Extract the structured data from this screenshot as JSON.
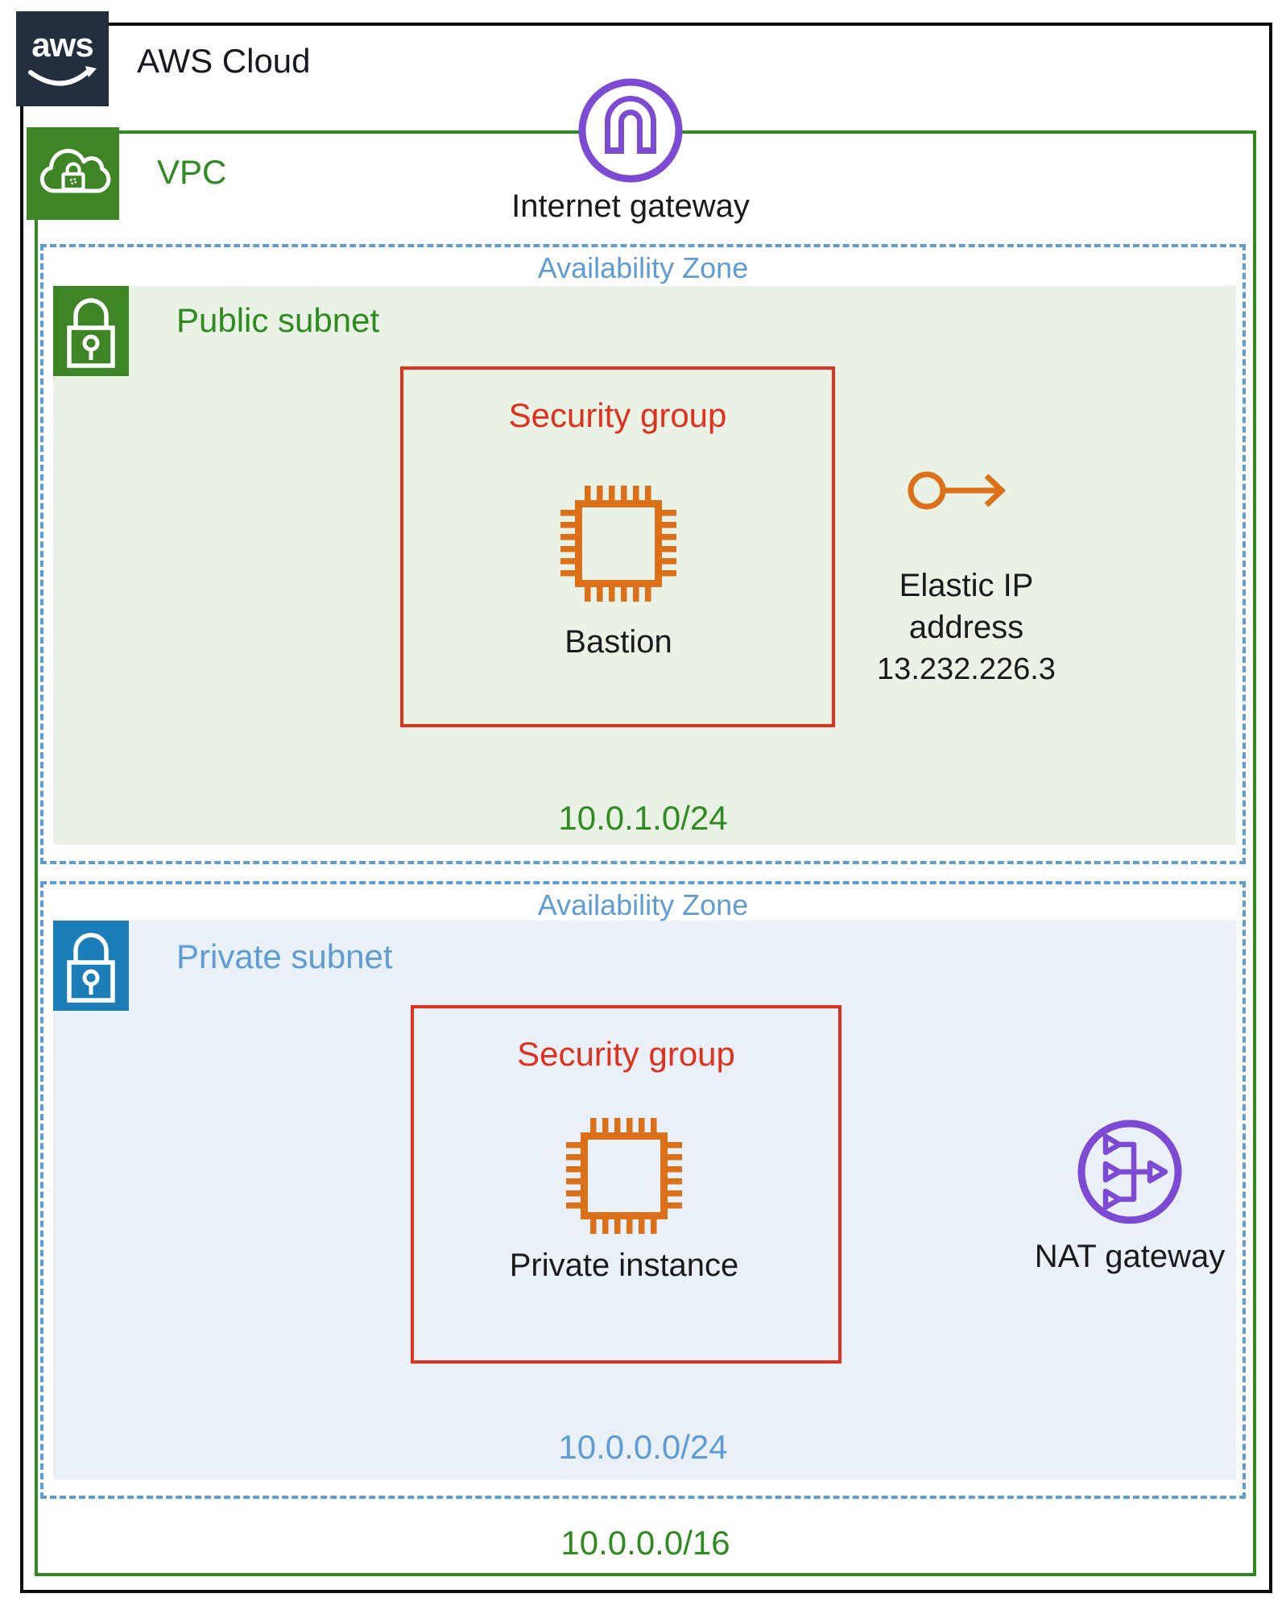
{
  "header": {
    "logo_text": "aws",
    "aws_cloud_label": "AWS Cloud"
  },
  "vpc": {
    "label": "VPC",
    "cidr": "10.0.0.0/16"
  },
  "internet_gateway": {
    "label": "Internet gateway"
  },
  "zones": [
    {
      "label": "Availability Zone",
      "subnet_label": "Public subnet",
      "cidr": "10.0.1.0/24",
      "security_group": {
        "title": "Security group",
        "instance": "Bastion"
      },
      "elastic_ip": {
        "line1": "Elastic IP",
        "line2": "address",
        "address": "13.232.226.3"
      }
    },
    {
      "label": "Availability Zone",
      "subnet_label": "Private subnet",
      "cidr": "10.0.0.0/24",
      "security_group": {
        "title": "Security group",
        "instance": "Private instance"
      },
      "nat_gateway": {
        "label": "NAT gateway"
      }
    }
  ],
  "colors": {
    "aws_dark": "#232F3E",
    "vpc_green": "#2E8A1F",
    "green_fill": "#3E8526",
    "public_subnet_bg": "#EAF2E6",
    "az_blue": "#5E9CD3",
    "private_blue_fill": "#1B7EB8",
    "private_subnet_bg": "#EAF0F8",
    "security_group_red": "#E0301E",
    "instance_orange": "#DB7018",
    "gateway_purple": "#7D4AD4",
    "text_black": "#1a1a1a"
  }
}
